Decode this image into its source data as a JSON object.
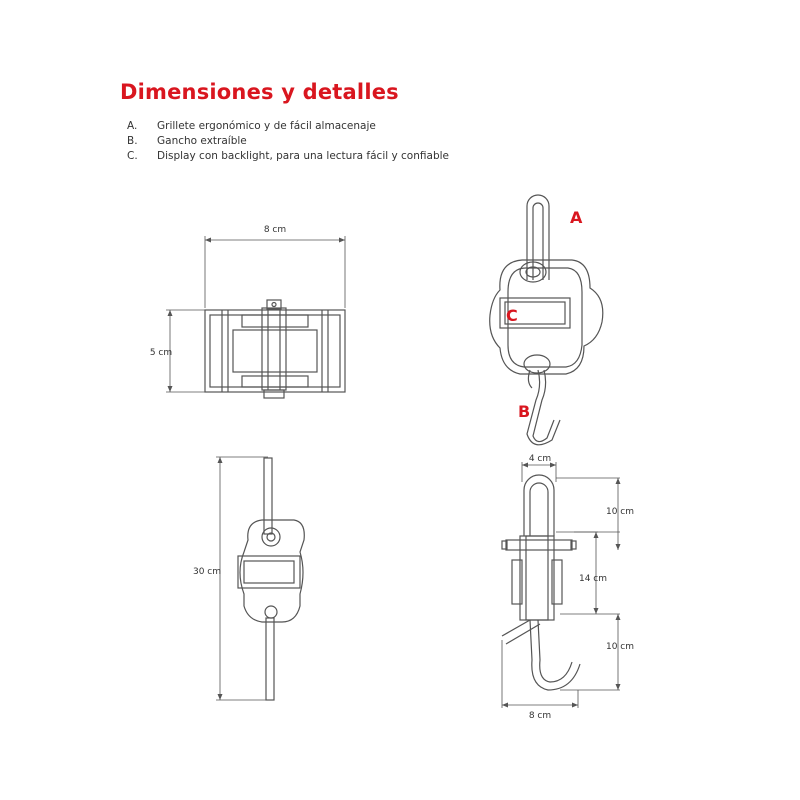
{
  "header": {
    "title": "Dimensiones y detalles"
  },
  "features": [
    {
      "letter": "A.",
      "text": "Grillete ergonómico y de fácil almacenaje"
    },
    {
      "letter": "B.",
      "text": "Gancho extraíble"
    },
    {
      "letter": "C.",
      "text": "Display con backlight, para una lectura fácil y confiable"
    }
  ],
  "callouts": {
    "a": "A",
    "b": "B",
    "c": "C"
  },
  "dimensions": {
    "top_width": "8 cm",
    "top_height": "5 cm",
    "front_height": "30 cm",
    "side_width": "4 cm",
    "side_upper": "10 cm",
    "side_middle": "14 cm",
    "side_lower": "10 cm",
    "side_bottom_width": "8 cm"
  },
  "colors": {
    "accent": "#d9161f",
    "line": "#555555"
  }
}
